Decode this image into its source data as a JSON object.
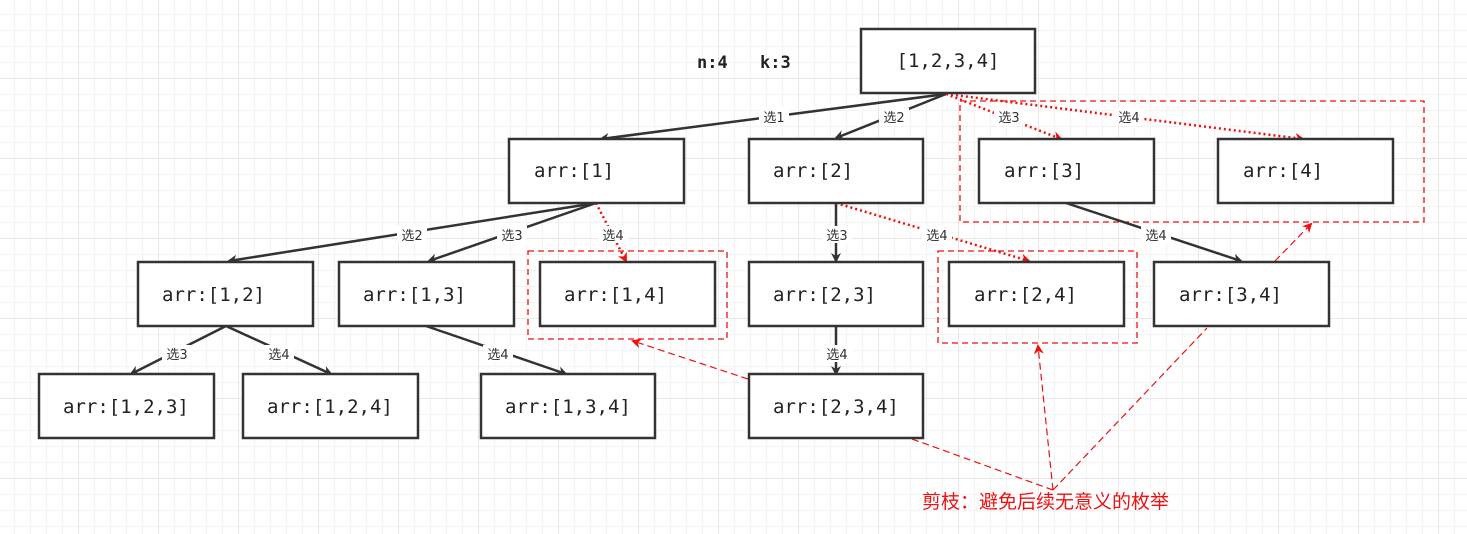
{
  "info": {
    "n": "n:4",
    "k": "k:3"
  },
  "nodes": {
    "root": "[1,2,3,4]",
    "n1": "arr:[1]",
    "n2": "arr:[2]",
    "n3": "arr:[3]",
    "n4": "arr:[4]",
    "n12": "arr:[1,2]",
    "n13": "arr:[1,3]",
    "n14": "arr:[1,4]",
    "n23": "arr:[2,3]",
    "n24": "arr:[2,4]",
    "n34": "arr:[3,4]",
    "n123": "arr:[1,2,3]",
    "n124": "arr:[1,2,4]",
    "n134": "arr:[1,3,4]",
    "n234": "arr:[2,3,4]"
  },
  "edges": {
    "root_1": "选1",
    "root_2": "选2",
    "root_3": "选3",
    "root_4": "选4",
    "n1_2": "选2",
    "n1_3": "选3",
    "n1_4": "选4",
    "n2_3": "选3",
    "n2_4": "选4",
    "n3_4": "选4",
    "n12_3": "选3",
    "n12_4": "选4",
    "n13_4": "选4",
    "n23_4": "选4"
  },
  "annotation": {
    "note": "剪枝：避免后续无意义的枚举"
  },
  "colors": {
    "edge": "#333333",
    "pruned": "#ee1111",
    "node_border": "#333333"
  }
}
